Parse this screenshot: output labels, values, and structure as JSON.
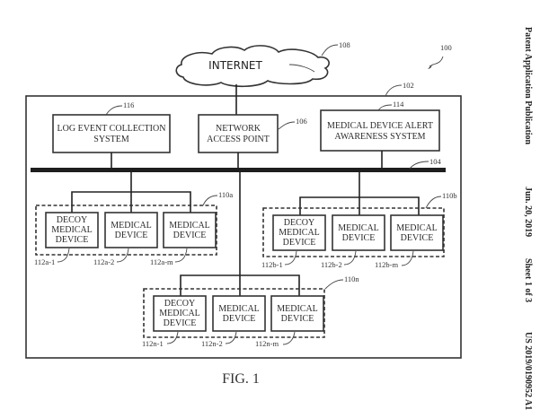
{
  "header": {
    "publication_type": "Patent Application Publication",
    "date": "Jun. 20, 2019",
    "sheet": "Sheet 1 of 3",
    "publication_number": "US 2019/0190952 A1"
  },
  "figure": {
    "caption": "FIG. 1",
    "system_ref": "100",
    "network_ref": "102",
    "internet": {
      "label": "INTERNET",
      "ref": "108"
    },
    "bus": {
      "ref": "104"
    },
    "top_components": [
      {
        "id": "log",
        "lines": [
          "LOG EVENT COLLECTION",
          "SYSTEM"
        ],
        "ref": "116"
      },
      {
        "id": "nap",
        "lines": [
          "NETWORK",
          "ACCESS POINT"
        ],
        "ref": "106"
      },
      {
        "id": "alert",
        "lines": [
          "MEDICAL DEVICE ALERT",
          "AWARENESS SYSTEM"
        ],
        "ref": "114"
      }
    ],
    "groups": [
      {
        "ref": "110a",
        "devices": [
          {
            "lines": [
              "DECOY",
              "MEDICAL",
              "DEVICE"
            ],
            "ref": "112a-1"
          },
          {
            "lines": [
              "MEDICAL",
              "DEVICE"
            ],
            "ref": "112a-2"
          },
          {
            "lines": [
              "MEDICAL",
              "DEVICE"
            ],
            "ref": "112a-m"
          }
        ]
      },
      {
        "ref": "110b",
        "devices": [
          {
            "lines": [
              "DECOY",
              "MEDICAL",
              "DEVICE"
            ],
            "ref": "112b-1"
          },
          {
            "lines": [
              "MEDICAL",
              "DEVICE"
            ],
            "ref": "112b-2"
          },
          {
            "lines": [
              "MEDICAL",
              "DEVICE"
            ],
            "ref": "112b-m"
          }
        ]
      },
      {
        "ref": "110n",
        "devices": [
          {
            "lines": [
              "DECOY",
              "MEDICAL",
              "DEVICE"
            ],
            "ref": "112n-1"
          },
          {
            "lines": [
              "MEDICAL",
              "DEVICE"
            ],
            "ref": "112n-2"
          },
          {
            "lines": [
              "MEDICAL",
              "DEVICE"
            ],
            "ref": "112n-m"
          }
        ]
      }
    ]
  }
}
